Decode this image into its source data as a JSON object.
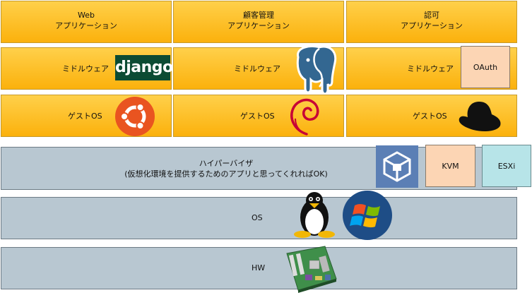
{
  "apps": [
    {
      "line1": "Web",
      "line2": "アプリケーション"
    },
    {
      "line1": "顧客管理",
      "line2": "アプリケーション"
    },
    {
      "line1": "認可",
      "line2": "アプリケーション"
    }
  ],
  "middleware": {
    "label": "ミドルウェア",
    "django_logo_text": "django",
    "oauth_label": "OAuth"
  },
  "guest_os": {
    "label": "ゲストOS"
  },
  "hypervisor": {
    "line1": "ハイパーバイザ",
    "line2": "(仮想化環境を提供するためのアプリと思ってくれればOK)",
    "kvm_label": "KVM",
    "esxi_label": "ESXi"
  },
  "os": {
    "label": "OS"
  },
  "hw": {
    "label": "HW"
  },
  "colors": {
    "app_orange_top": "#ffd04a",
    "app_orange_bottom": "#fbb10c",
    "layer_grey": "#b8c7d1",
    "django_green": "#0c4b33",
    "ubuntu_orange": "#e95420",
    "debian_red": "#c70036",
    "kvm_peach": "#fcd5b4",
    "esxi_cyan": "#b7e4e8",
    "oauth_peach": "#fcd5b4"
  }
}
